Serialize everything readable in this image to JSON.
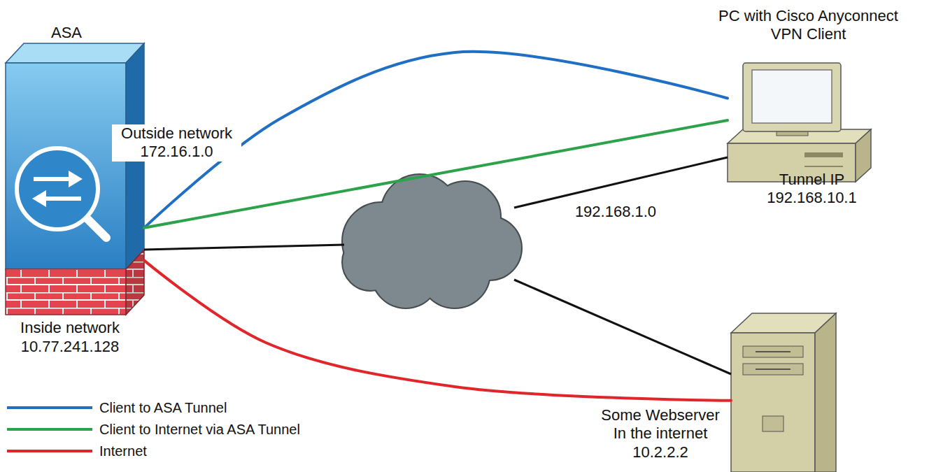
{
  "diagram": {
    "nodes": [
      {
        "text": [
          "ASA",
          "Inside network 10.77.241.128"
        ]
      },
      {
        "text": [
          "PC with Cisco Anyconnect VPN Client",
          "Tunnel IP 192.168.10.1"
        ]
      },
      {
        "text": [
          "Some Webserver In the internet 10.2.2.2"
        ]
      }
    ],
    "edges": [
      {
        "from": 0,
        "to": 1,
        "arrow": "none"
      },
      {
        "from": 0,
        "to": 1,
        "arrow": "none"
      },
      {
        "from": 0,
        "to": 2,
        "arrow": "none"
      }
    ],
    "labels": [
      "Outside network 172.16.1.0",
      "192.168.1.0"
    ],
    "legend": [
      {
        "text": "Client to ASA Tunnel"
      },
      {
        "text": "Client to Internet via ASA Tunnel"
      },
      {
        "text": "Internet"
      }
    ]
  }
}
